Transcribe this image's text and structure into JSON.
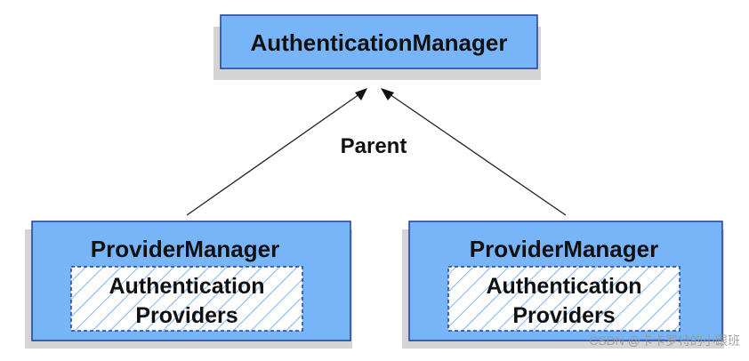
{
  "diagram": {
    "parent_node": {
      "label": "AuthenticationManager"
    },
    "edge_label": "Parent",
    "left_node": {
      "title": "ProviderManager",
      "inner_line1": "Authentication",
      "inner_line2": "Providers"
    },
    "right_node": {
      "title": "ProviderManager",
      "inner_line1": "Authentication",
      "inner_line2": "Providers"
    },
    "colors": {
      "box_fill": "#78b4f8",
      "box_stroke": "#1f3f9a",
      "shadow": "#d4d4d4",
      "hatch": "#78b4f8"
    }
  },
  "watermark": "CSDN @卡卡罗特的小跟班"
}
